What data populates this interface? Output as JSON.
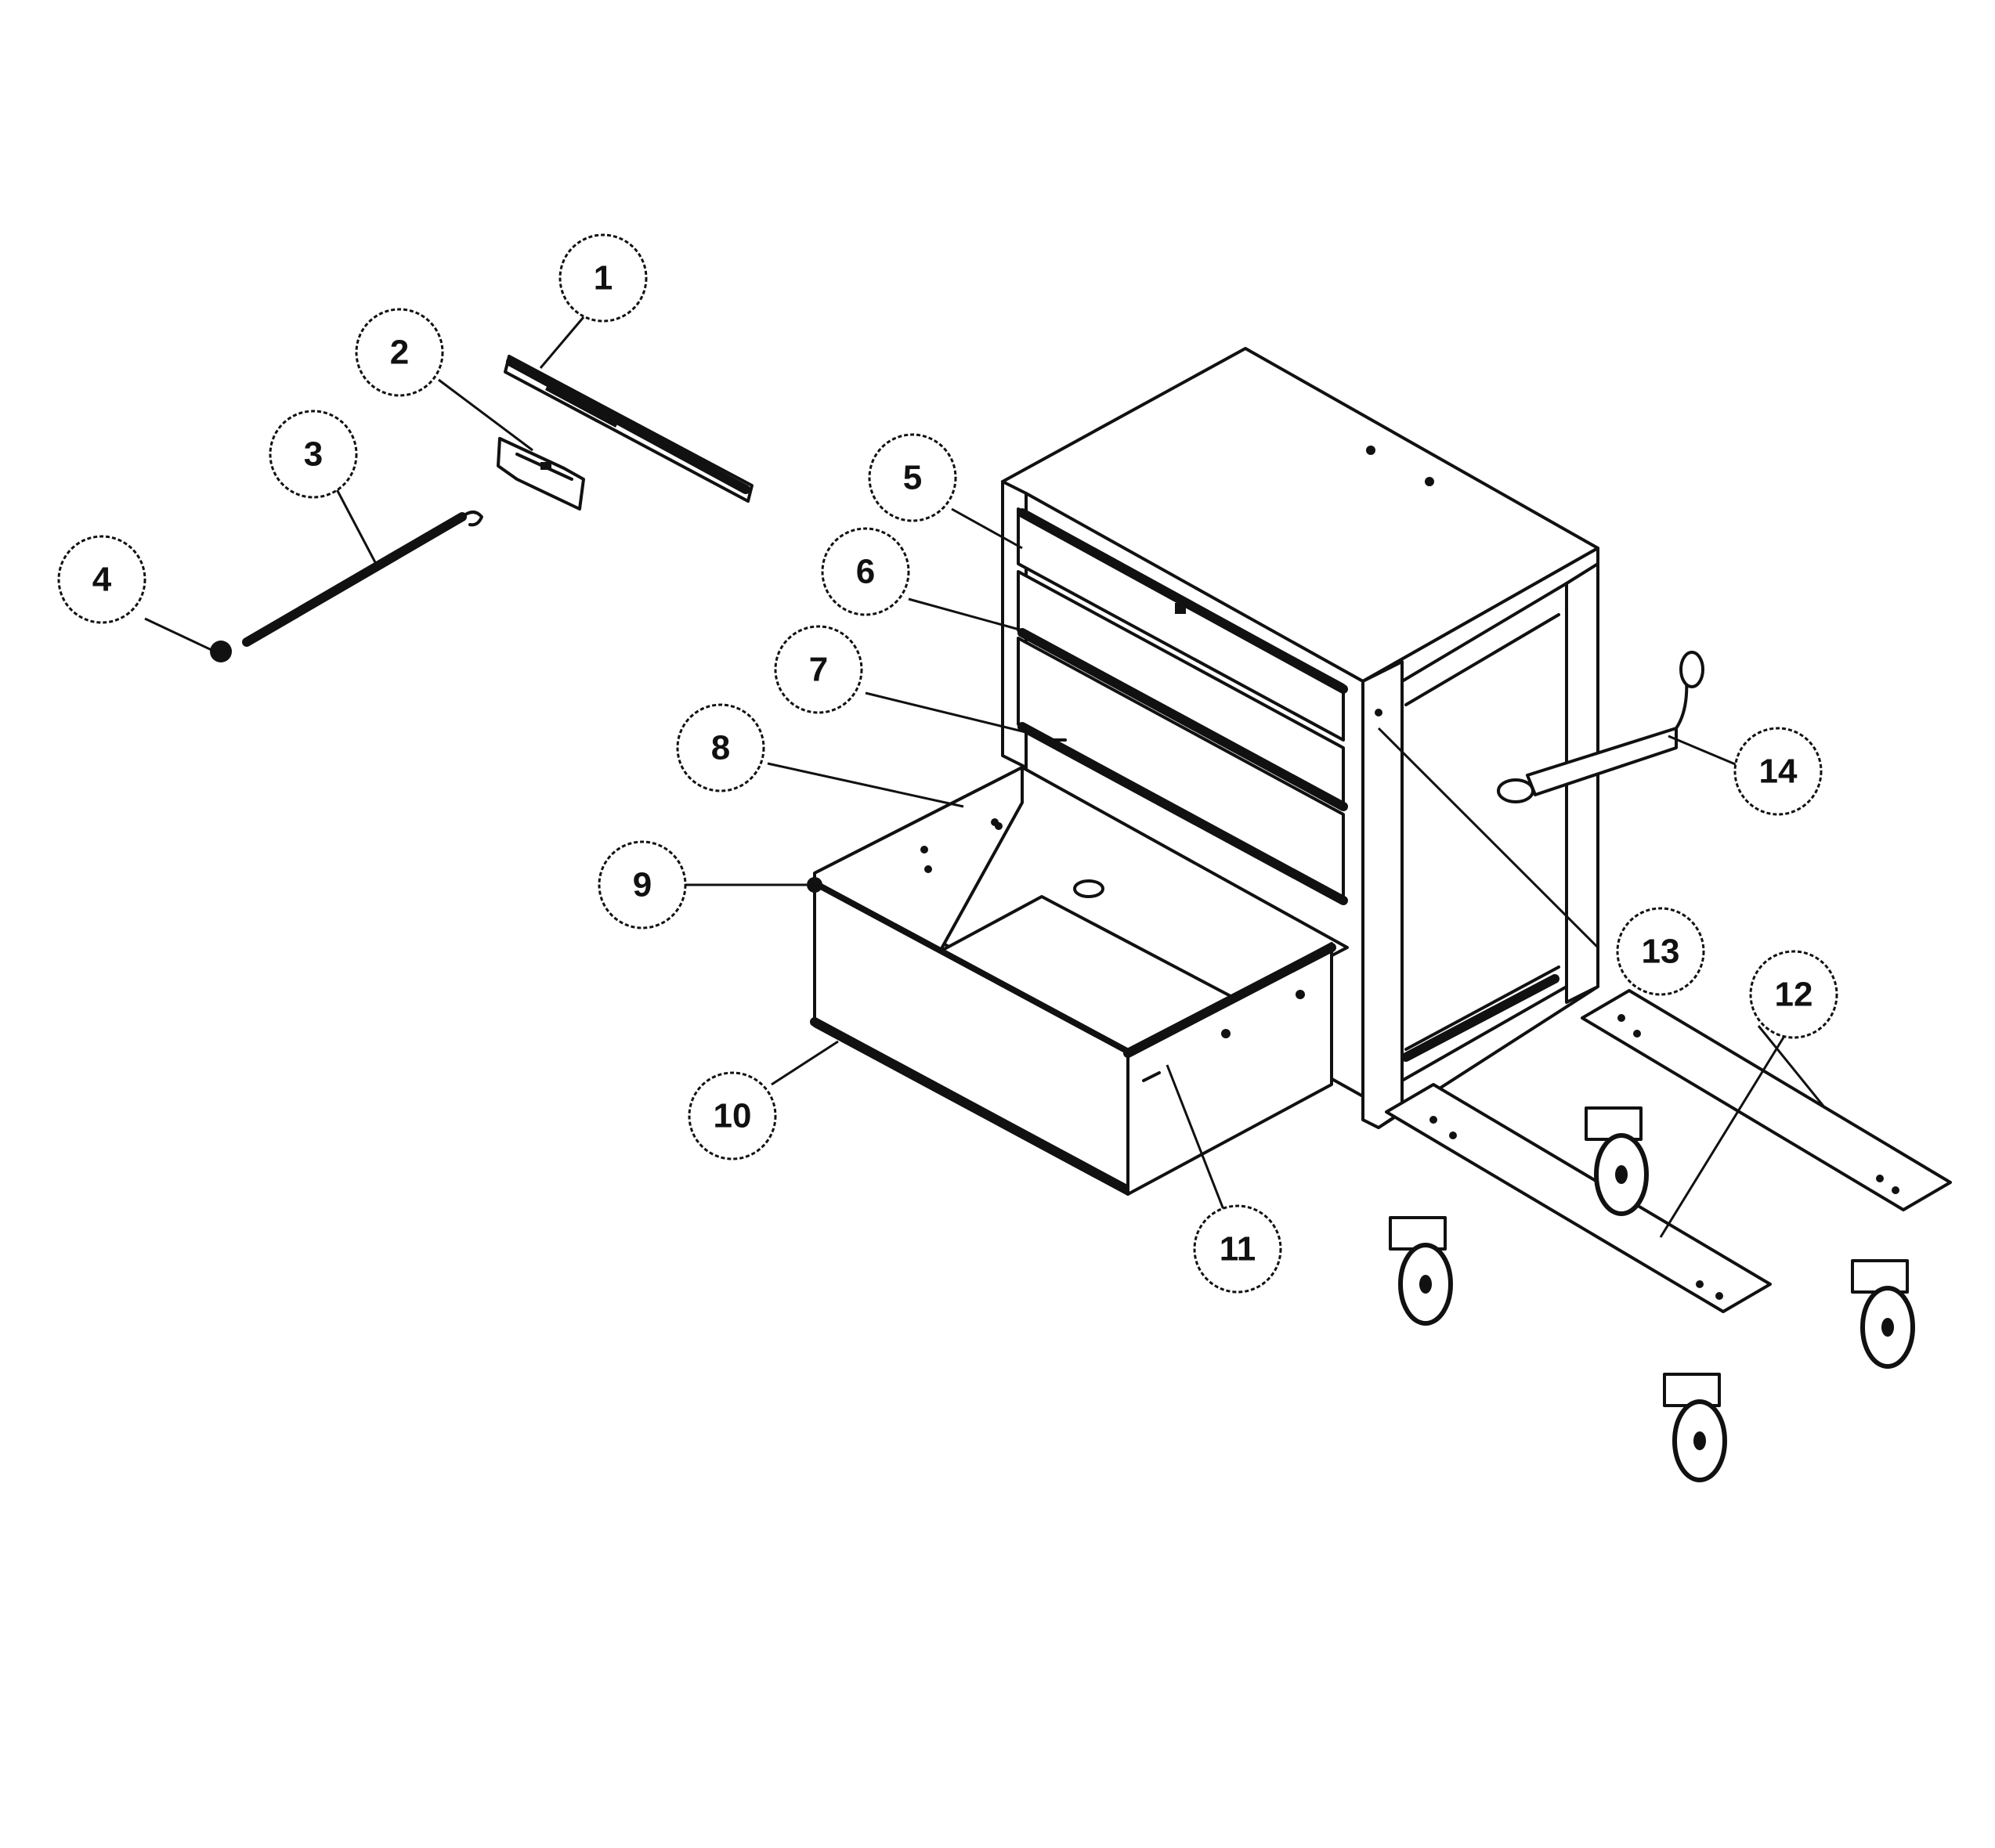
{
  "colors": {
    "ink": "#111111",
    "background": "#ffffff"
  },
  "callouts": [
    {
      "id": "1",
      "label": "1"
    },
    {
      "id": "2",
      "label": "2"
    },
    {
      "id": "3",
      "label": "3"
    },
    {
      "id": "4",
      "label": "4"
    },
    {
      "id": "5",
      "label": "5"
    },
    {
      "id": "6",
      "label": "6"
    },
    {
      "id": "7",
      "label": "7"
    },
    {
      "id": "8",
      "label": "8"
    },
    {
      "id": "9",
      "label": "9"
    },
    {
      "id": "10",
      "label": "10"
    },
    {
      "id": "11",
      "label": "11"
    },
    {
      "id": "12",
      "label": "12"
    },
    {
      "id": "13",
      "label": "13"
    },
    {
      "id": "14",
      "label": "14"
    }
  ]
}
